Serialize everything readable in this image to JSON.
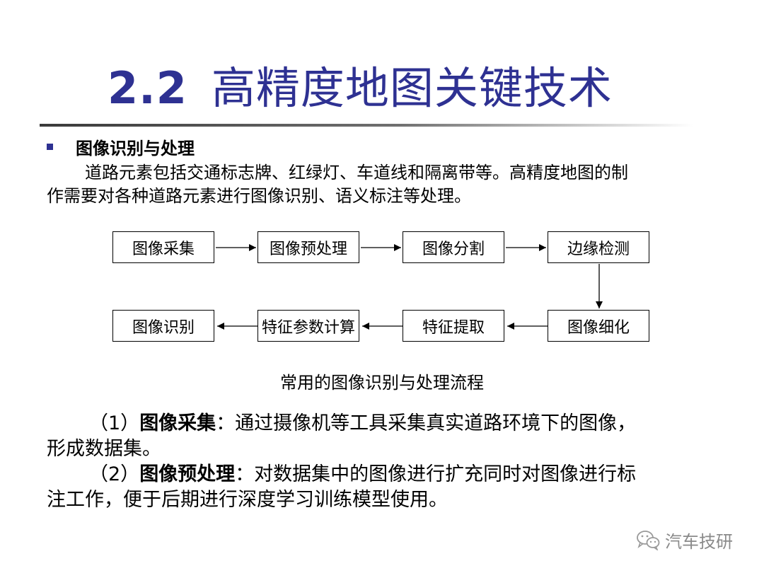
{
  "slide": {
    "title_number": "2.2",
    "title_text": "高精度地图关键技术",
    "section_heading": "图像识别与处理",
    "intro_line1": "道路元素包括交通标志牌、红绿灯、车道线和隔离带等。高精度地图的制",
    "intro_line2": "作需要对各种道路元素进行图像识别、语义标注等处理。"
  },
  "flow": {
    "row1": [
      "图像采集",
      "图像预处理",
      "图像分割",
      "边缘检测"
    ],
    "row2": [
      "图像识别",
      "特征参数计算",
      "特征提取",
      "图像细化"
    ],
    "caption": "常用的图像识别与处理流程"
  },
  "items": [
    {
      "prefix": "（1）",
      "term": "图像采集",
      "body_line1": "：通过摄像机等工具采集真实道路环境下的图像，",
      "body_line2": "形成数据集。"
    },
    {
      "prefix": "（2）",
      "term": "图像预处理",
      "body_line1": "：对数据集中的图像进行扩充同时对图像进行标",
      "body_line2": "注工作，便于后期进行深度学习训练模型使用。"
    }
  ],
  "watermark": {
    "icon": "wechat-icon",
    "text": "汽车技研"
  },
  "colors": {
    "title": "#2E3192",
    "bullet": "#2E3192",
    "watermark": "#8a8a8a"
  }
}
